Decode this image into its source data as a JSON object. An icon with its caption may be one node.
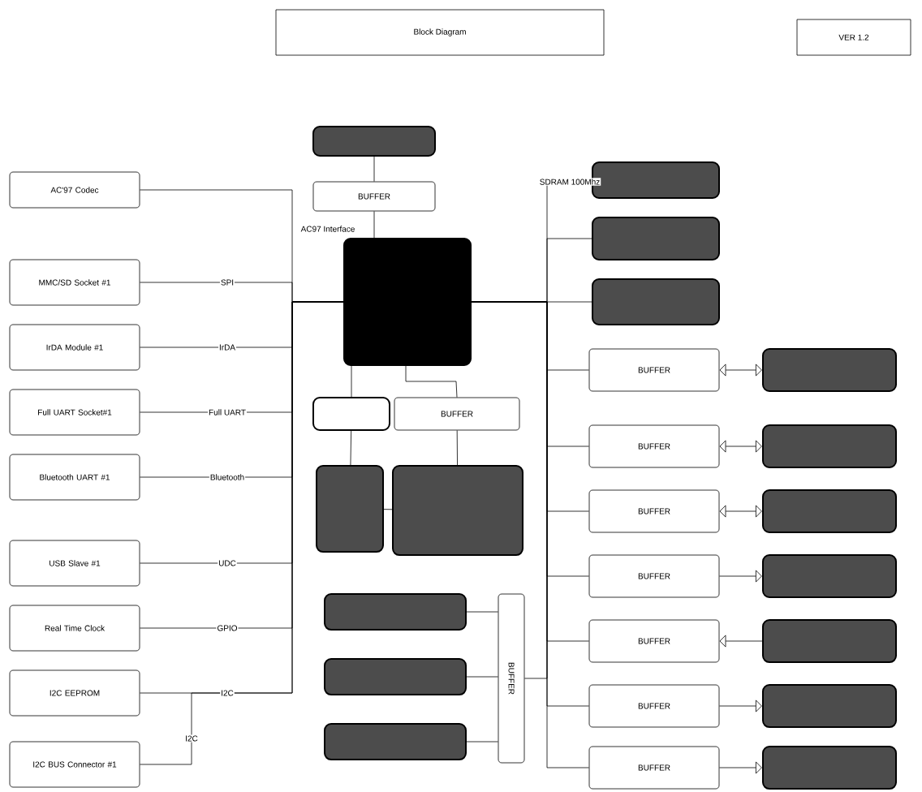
{
  "diagram": {
    "title": "Block Diagram",
    "nodes": [
      {
        "text": [
          "AC'97 Codec"
        ]
      },
      {
        "text": [
          "MMC/SD Socket #1"
        ]
      },
      {
        "text": [
          "IrDA Module #1"
        ]
      },
      {
        "text": [
          "Full UART Socket#1"
        ]
      },
      {
        "text": [
          "Bluetooth UART #1"
        ]
      },
      {
        "text": [
          "USB Slave #1"
        ]
      },
      {
        "text": [
          "Real Time Clock"
        ]
      },
      {
        "text": [
          "I2C EEPROM"
        ]
      },
      {
        "text": [
          "I2C BUS Connector #1"
        ]
      },
      {
        "text": [],
        "shape": "box"
      },
      {
        "text": [
          "BUFFER"
        ]
      },
      {
        "text": [],
        "shape": "box"
      },
      {
        "text": [],
        "shape": "box"
      },
      {
        "text": [
          "BUFFER"
        ]
      },
      {
        "text": [],
        "shape": "box"
      },
      {
        "text": [],
        "shape": "box"
      },
      {
        "text": [],
        "shape": "box"
      },
      {
        "text": [],
        "shape": "box"
      },
      {
        "text": [],
        "shape": "box"
      },
      {
        "text": [
          "BUFFER"
        ]
      },
      {
        "text": [],
        "shape": "box"
      },
      {
        "text": [],
        "shape": "box"
      },
      {
        "text": [],
        "shape": "box"
      },
      {
        "text": [
          "BUFFER"
        ]
      },
      {
        "text": [
          "BUFFER"
        ]
      },
      {
        "text": [
          "BUFFER"
        ]
      },
      {
        "text": [
          "BUFFER"
        ]
      },
      {
        "text": [
          "BUFFER"
        ]
      },
      {
        "text": [
          "BUFFER"
        ]
      },
      {
        "text": [
          "BUFFER"
        ]
      },
      {
        "text": [],
        "shape": "box"
      },
      {
        "text": [],
        "shape": "box"
      },
      {
        "text": [],
        "shape": "box"
      },
      {
        "text": [],
        "shape": "box"
      },
      {
        "text": [],
        "shape": "box"
      },
      {
        "text": [],
        "shape": "box"
      },
      {
        "text": [],
        "shape": "box"
      }
    ],
    "edges": [
      {
        "from": 0,
        "to": 11,
        "arrow": "none",
        "label": "AC97 Interface"
      },
      {
        "from": 1,
        "to": 11,
        "arrow": "none",
        "label": "SPI"
      },
      {
        "from": 2,
        "to": 11,
        "arrow": "none",
        "label": "IrDA"
      },
      {
        "from": 3,
        "to": 11,
        "arrow": "none",
        "label": "Full UART"
      },
      {
        "from": 4,
        "to": 11,
        "arrow": "none",
        "label": "Bluetooth"
      },
      {
        "from": 5,
        "to": 11,
        "arrow": "none",
        "label": "UDC"
      },
      {
        "from": 6,
        "to": 11,
        "arrow": "none",
        "label": "GPIO"
      },
      {
        "from": 7,
        "to": 11,
        "arrow": "none",
        "label": "I2C"
      },
      {
        "from": 8,
        "to": 11,
        "arrow": "none",
        "label": "I2C"
      },
      {
        "from": 9,
        "to": 10,
        "arrow": "none"
      },
      {
        "from": 10,
        "to": 11,
        "arrow": "none"
      },
      {
        "from": 11,
        "to": 12,
        "arrow": "none"
      },
      {
        "from": 11,
        "to": 13,
        "arrow": "none"
      },
      {
        "from": 12,
        "to": 14,
        "arrow": "none"
      },
      {
        "from": 13,
        "to": 15,
        "arrow": "none"
      },
      {
        "from": 14,
        "to": 15,
        "arrow": "none"
      },
      {
        "from": 16,
        "to": 19,
        "arrow": "none"
      },
      {
        "from": 17,
        "to": 19,
        "arrow": "none"
      },
      {
        "from": 18,
        "to": 19,
        "arrow": "none"
      },
      {
        "from": 19,
        "to": 11,
        "arrow": "none"
      },
      {
        "from": 11,
        "to": 20,
        "arrow": "none",
        "label": "SDRAM 100Mhz"
      },
      {
        "from": 11,
        "to": 21,
        "arrow": "none"
      },
      {
        "from": 11,
        "to": 22,
        "arrow": "none"
      },
      {
        "from": 11,
        "to": 23,
        "arrow": "none"
      },
      {
        "from": 11,
        "to": 24,
        "arrow": "none"
      },
      {
        "from": 11,
        "to": 25,
        "arrow": "none"
      },
      {
        "from": 11,
        "to": 26,
        "arrow": "none"
      },
      {
        "from": 11,
        "to": 27,
        "arrow": "none"
      },
      {
        "from": 11,
        "to": 28,
        "arrow": "none"
      },
      {
        "from": 11,
        "to": 29,
        "arrow": "none"
      },
      {
        "from": 23,
        "to": 30,
        "arrow": "both"
      },
      {
        "from": 24,
        "to": 31,
        "arrow": "both"
      },
      {
        "from": 25,
        "to": 32,
        "arrow": "both"
      },
      {
        "from": 26,
        "to": 33,
        "arrow": "to"
      },
      {
        "from": 34,
        "to": 27,
        "arrow": "to"
      },
      {
        "from": 28,
        "to": 35,
        "arrow": "to"
      },
      {
        "from": 29,
        "to": 36,
        "arrow": "to"
      }
    ],
    "labels": [
      "VER 1.2"
    ]
  }
}
